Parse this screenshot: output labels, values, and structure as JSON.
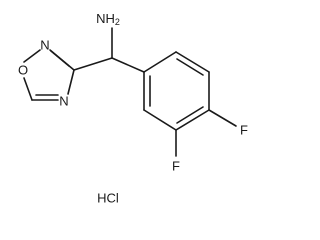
{
  "structure": {
    "atoms": {
      "amine": "NH",
      "amine_subscript": "2",
      "ring_oxygen": "O",
      "ring_nitrogen_top": "N",
      "ring_nitrogen_bottom": "N",
      "fluorine_para": "F",
      "fluorine_meta": "F"
    },
    "salt": "HCl"
  }
}
